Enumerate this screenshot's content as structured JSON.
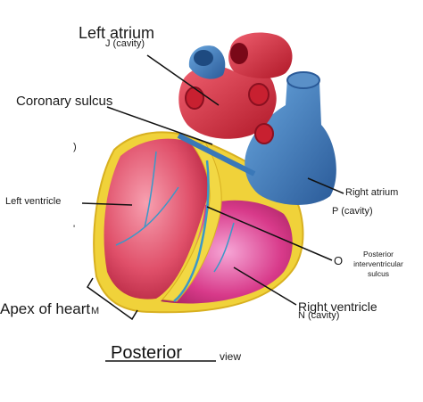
{
  "labels": {
    "left_atrium": "Left atrium",
    "left_atrium_sub": "J (cavity)",
    "coronary_sulcus": "Coronary sulcus",
    "left_ventricle": "Left ventricle",
    "right_atrium": "Right atrium",
    "right_atrium_sub": "P (cavity)",
    "posterior_interventricular_letter": "O",
    "posterior_interventricular_line1": "Posterior",
    "posterior_interventricular_line2": "interventricular",
    "posterior_interventricular_line3": "sulcus",
    "right_ventricle": "Right ventricle",
    "right_ventricle_sub": "N (cavity)",
    "apex_of_heart": "Apex of heart",
    "apex_sub": "M",
    "stray_1": ")",
    "stray_2": "'"
  },
  "view": {
    "answer": "Posterior",
    "suffix": "view"
  },
  "colors": {
    "left_ventricle": "#e0506a",
    "right_ventricle": "#d83a8a",
    "atrium_red": "#d8283a",
    "vein_blue": "#3a78b8",
    "fat_yellow": "#f0d23a"
  }
}
